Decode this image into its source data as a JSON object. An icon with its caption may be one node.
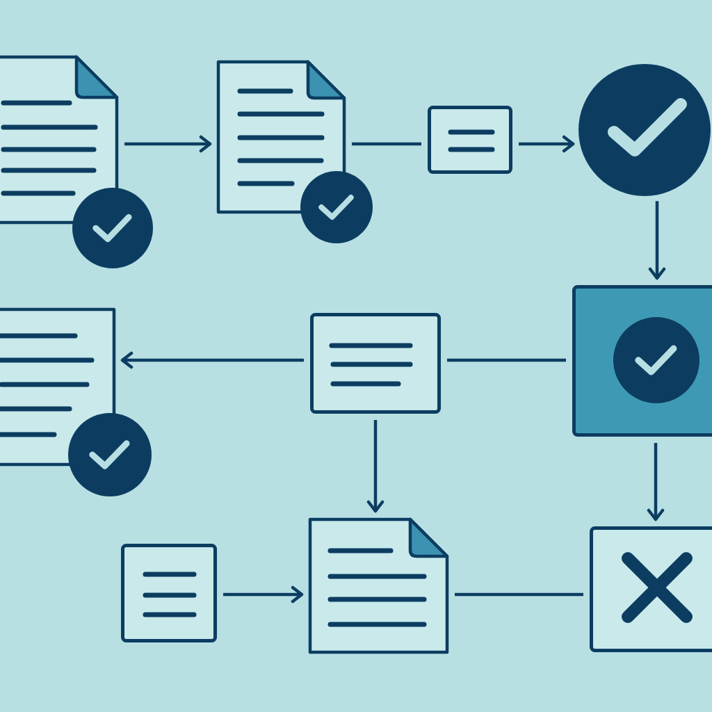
{
  "diagram": {
    "nodes": [
      {
        "text": [],
        "shape": "document"
      },
      {
        "text": [],
        "shape": "document"
      },
      {
        "text": [],
        "shape": "box"
      },
      {
        "text": [],
        "shape": "circle"
      },
      {
        "text": [],
        "shape": "box"
      },
      {
        "text": [],
        "shape": "document"
      },
      {
        "text": [],
        "shape": "box"
      },
      {
        "text": [],
        "shape": "box"
      },
      {
        "text": [],
        "shape": "document"
      },
      {
        "text": [],
        "shape": "box"
      }
    ],
    "edges": [
      {
        "from": 0,
        "to": 1,
        "arrow": "to"
      },
      {
        "from": 1,
        "to": 2,
        "arrow": "none"
      },
      {
        "from": 2,
        "to": 3,
        "arrow": "to"
      },
      {
        "from": 3,
        "to": 4,
        "arrow": "to"
      },
      {
        "from": 6,
        "to": 5,
        "arrow": "to"
      },
      {
        "from": 6,
        "to": 4,
        "arrow": "none"
      },
      {
        "from": 6,
        "to": 8,
        "arrow": "to"
      },
      {
        "from": 4,
        "to": 9,
        "arrow": "to"
      },
      {
        "from": 7,
        "to": 8,
        "arrow": "to"
      },
      {
        "from": 8,
        "to": 9,
        "arrow": "none"
      }
    ]
  }
}
